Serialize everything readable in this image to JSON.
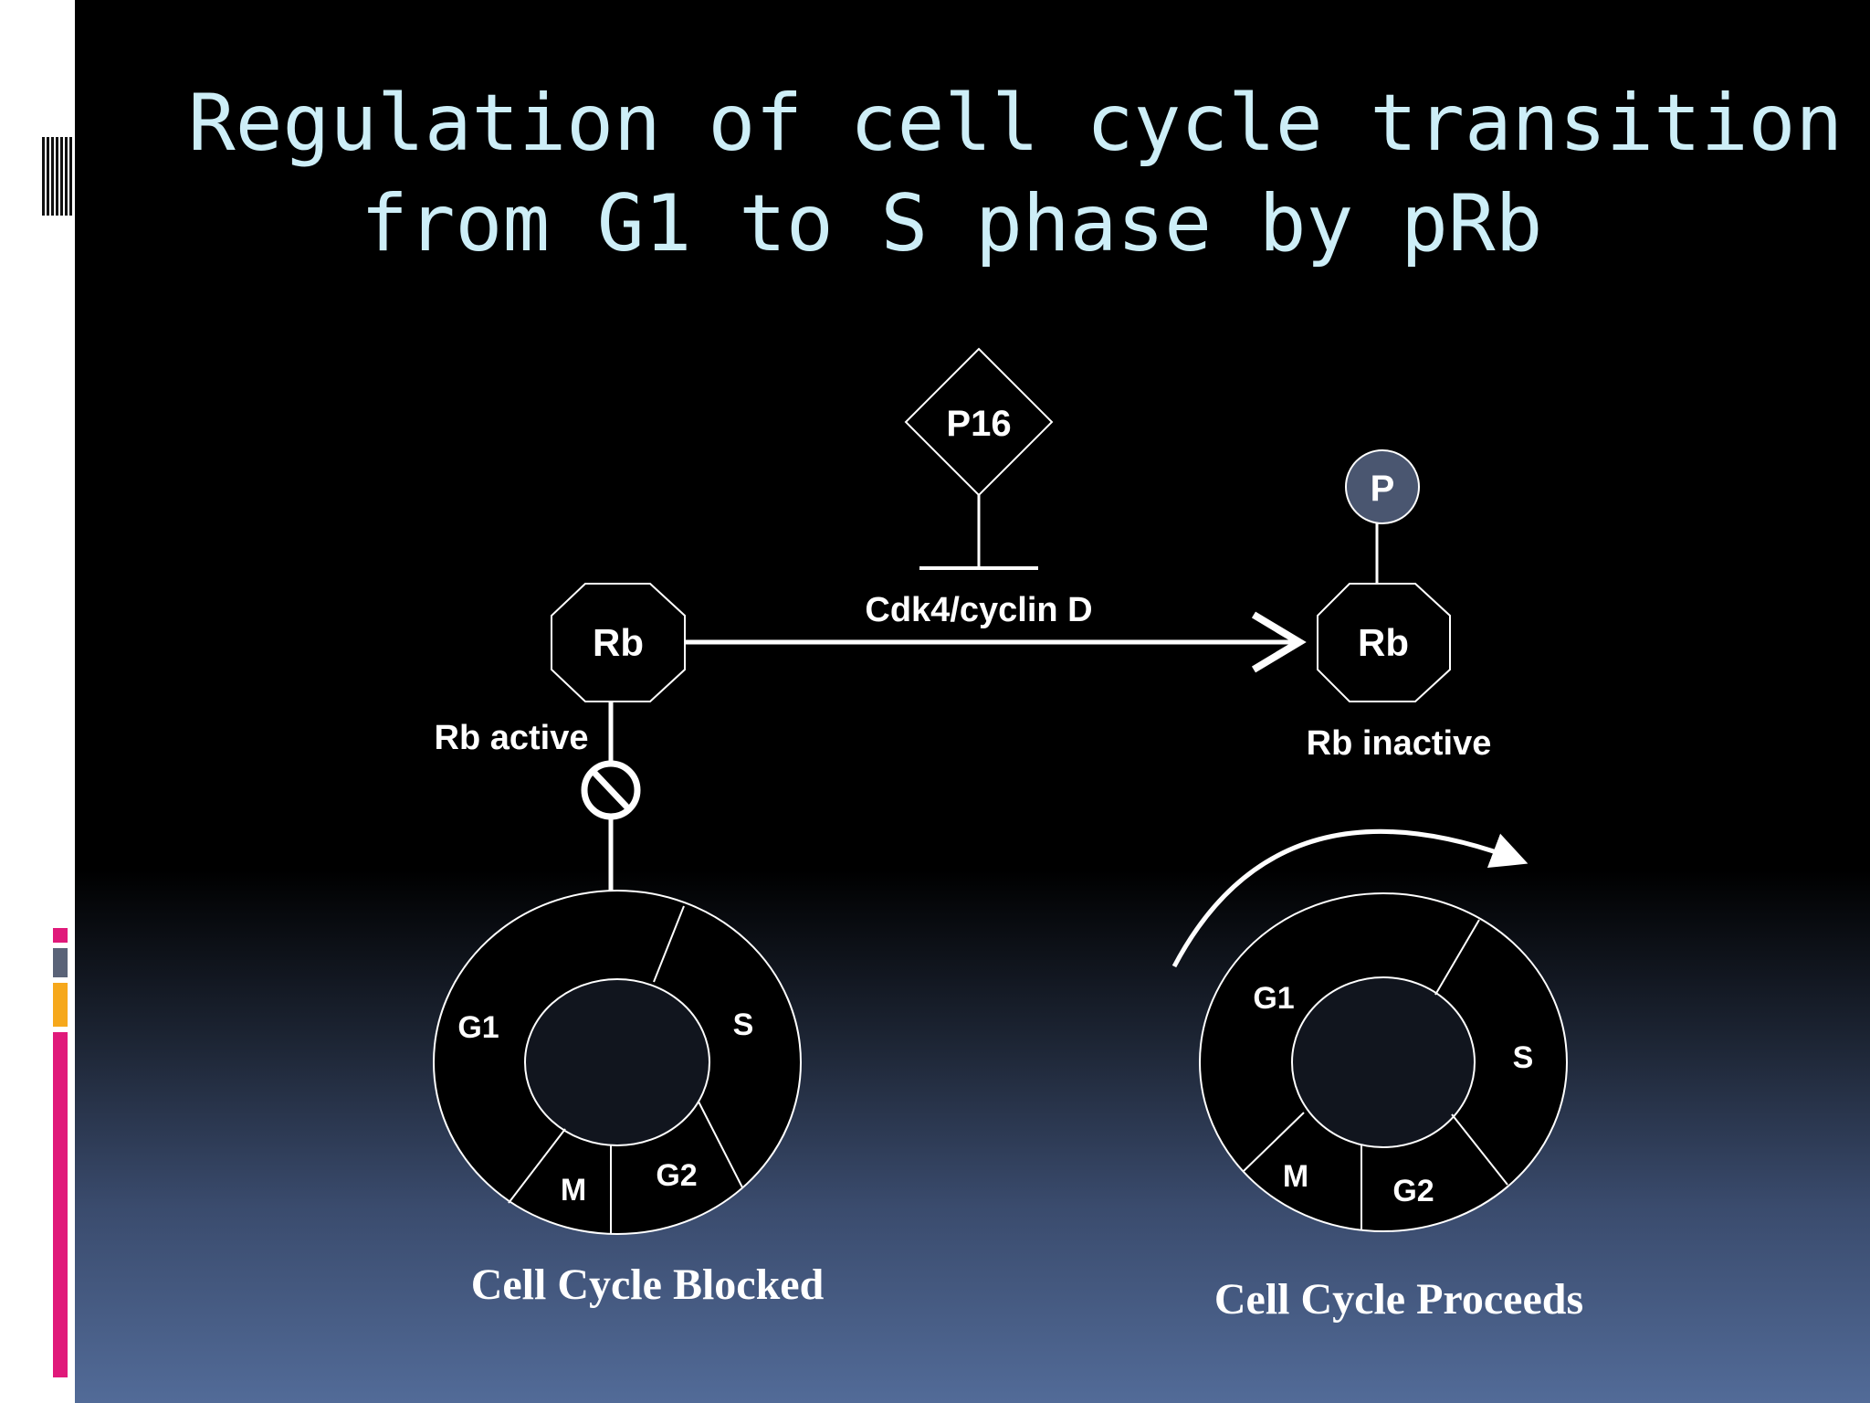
{
  "slide": {
    "title_line1": "Regulation of cell cycle transition",
    "title_line2": "from G1 to S phase by pRb"
  },
  "diagram": {
    "p16_label": "P16",
    "phosphate_label": "P",
    "rb_left_label": "Rb",
    "rb_right_label": "Rb",
    "arrow_label": "Cdk4/cyclin D",
    "rb_active_label": "Rb active",
    "rb_inactive_label": "Rb inactive",
    "left_cycle": {
      "g1": "G1",
      "s": "S",
      "g2": "G2",
      "m": "M",
      "caption": "Cell Cycle Blocked"
    },
    "right_cycle": {
      "g1": "G1",
      "s": "S",
      "g2": "G2",
      "m": "M",
      "caption": "Cell Cycle Proceeds"
    }
  },
  "colors": {
    "title": "#cdeef7",
    "phosphate_fill": "#4a5670",
    "accent_magenta": "#e0197a",
    "accent_gray": "#5a6378",
    "accent_orange": "#f6a81c"
  }
}
